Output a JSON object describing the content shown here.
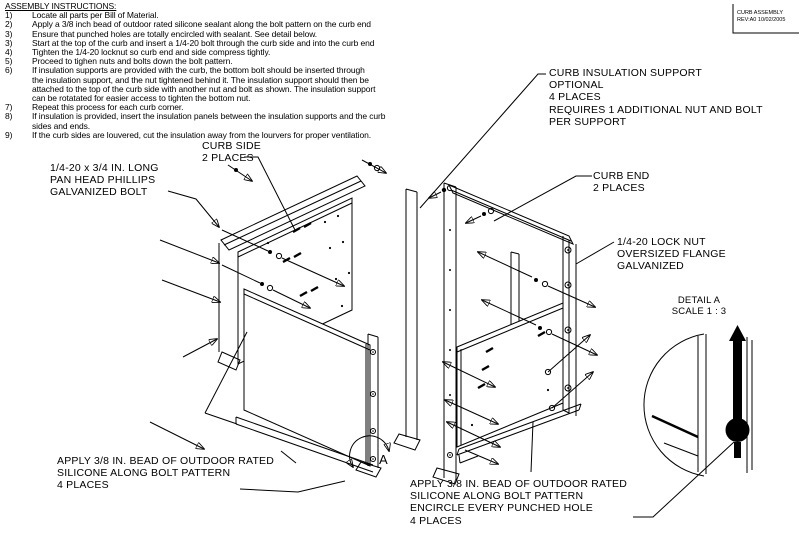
{
  "title_block": {
    "text": "CURB ASSEMBLY\nREV:A0  10/02/2005"
  },
  "instructions": {
    "title": "ASSEMBLY INSTRUCTIONS:",
    "items": [
      {
        "num": "1)",
        "text": "Locate all parts per Bill of Material."
      },
      {
        "num": "2)",
        "text": "Apply a 3/8 inch bead of outdoor rated silicone sealant along the bolt pattern on the curb end"
      },
      {
        "num": "3)",
        "text": "Ensure that punched holes are totally encircled with sealant.  See detail below."
      },
      {
        "num": "3)",
        "text": "Start at the top of the curb and insert a 1/4-20 bolt through the curb side and into the curb end"
      },
      {
        "num": "4)",
        "text": "Tighten the 1/4-20 locknut so curb end and side compress tightly."
      },
      {
        "num": "5)",
        "text": "Proceed to tighen nuts and bolts down the bolt pattern."
      },
      {
        "num": "6)",
        "text": "If insulation supports are provided with the curb, the bottom bolt should be inserted through\nthe insulation support, and the nut tightened behind it.  The insulation support should then be\nattached to the top of the curb side with another nut and bolt as shown.  The insulation support\ncan be rotatated for easier access to tighten the bottom nut."
      },
      {
        "num": "7)",
        "text": "Repeat this process for each curb corner."
      },
      {
        "num": "8)",
        "text": "If insulation is provided, insert the insulation panels between the insulation supports and the curb\nsides and ends."
      },
      {
        "num": "9)",
        "text": "If the curb sides are louvered, cut the insulation away from the lourvers for proper ventilation."
      }
    ]
  },
  "labels": {
    "curb_side": "CURB SIDE\n2 PLACES",
    "bolt": "1/4-20 x 3/4 IN. LONG\nPAN HEAD PHILLIPS\nGALVANIZED BOLT",
    "insulation_support": "CURB INSULATION SUPPORT\nOPTIONAL\n4 PLACES\nREQUIRES 1 ADDITIONAL NUT AND BOLT\nPER SUPPORT",
    "curb_end": "CURB END\n2 PLACES",
    "lock_nut": "1/4-20 LOCK NUT\nOVERSIZED FLANGE\nGALVANIZED",
    "detail": "DETAIL A\nSCALE 1 : 3",
    "silicone_left": "APPLY 3/8 IN. BEAD OF OUTDOOR RATED\nSILICONE ALONG BOLT PATTERN\n4 PLACES",
    "silicone_right": "APPLY 3/8 IN. BEAD OF OUTDOOR RATED\nSILICONE ALONG BOLT PATTERN\nENCIRCLE EVERY PUNCHED HOLE\n4 PLACES",
    "detail_marker": "A"
  },
  "colors": {
    "ink": "#000000",
    "paper": "#ffffff"
  }
}
